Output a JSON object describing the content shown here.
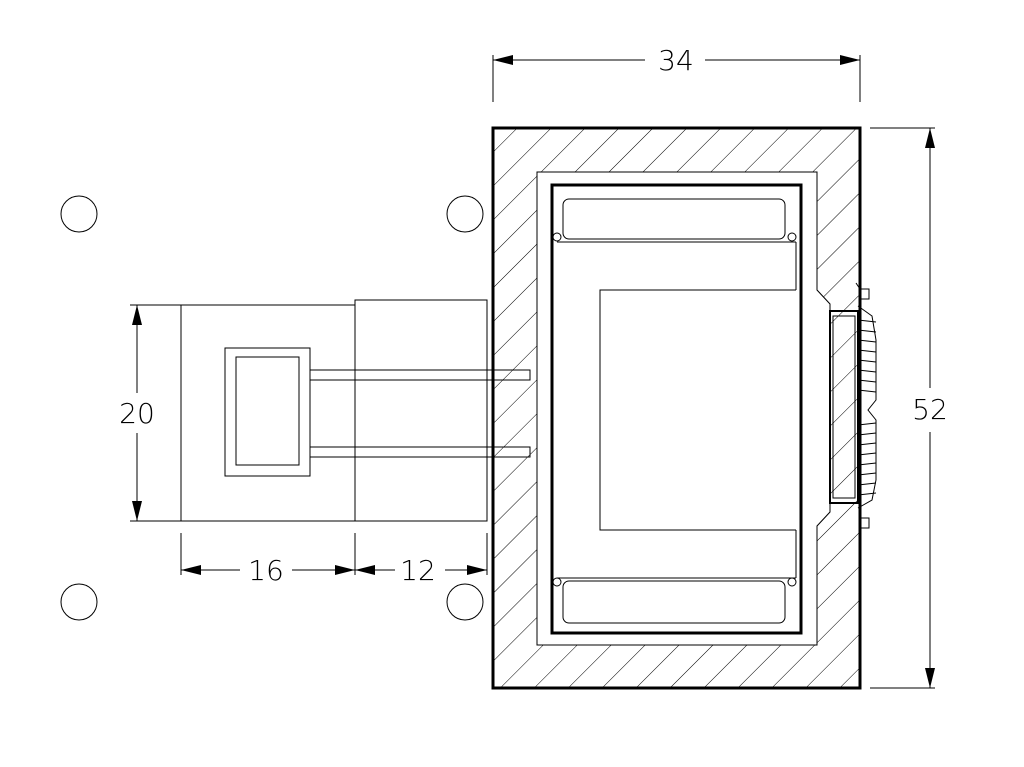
{
  "dimensions": {
    "top_width": "34",
    "right_height": "52",
    "left_height": "20",
    "bottom_left": "16",
    "bottom_right": "12"
  }
}
